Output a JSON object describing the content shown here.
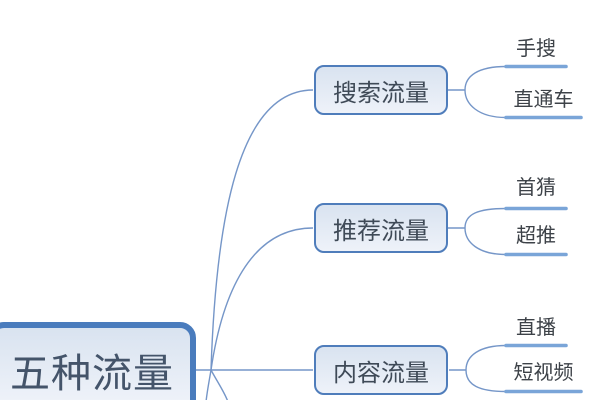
{
  "diagram": {
    "type": "mindmap",
    "root": {
      "label": "五种流量"
    },
    "branches": [
      {
        "label": "搜索流量",
        "children": [
          {
            "label": "手搜"
          },
          {
            "label": "直通车"
          }
        ]
      },
      {
        "label": "推荐流量",
        "children": [
          {
            "label": "首猜"
          },
          {
            "label": "超推"
          }
        ]
      },
      {
        "label": "内容流量",
        "children": [
          {
            "label": "直播"
          },
          {
            "label": "短视频"
          }
        ]
      }
    ],
    "colors": {
      "node_border": "#4f7dbb",
      "root_border": "#4a7cbd",
      "node_fill_top": "#d9e3f0",
      "node_fill_bottom": "#eef2f9",
      "connector_line": "#7596c8",
      "leaf_underline": "#7aa5d8",
      "root_text": "#44546a",
      "branch_text": "#3f4a57",
      "leaf_text": "#3d4248"
    }
  }
}
